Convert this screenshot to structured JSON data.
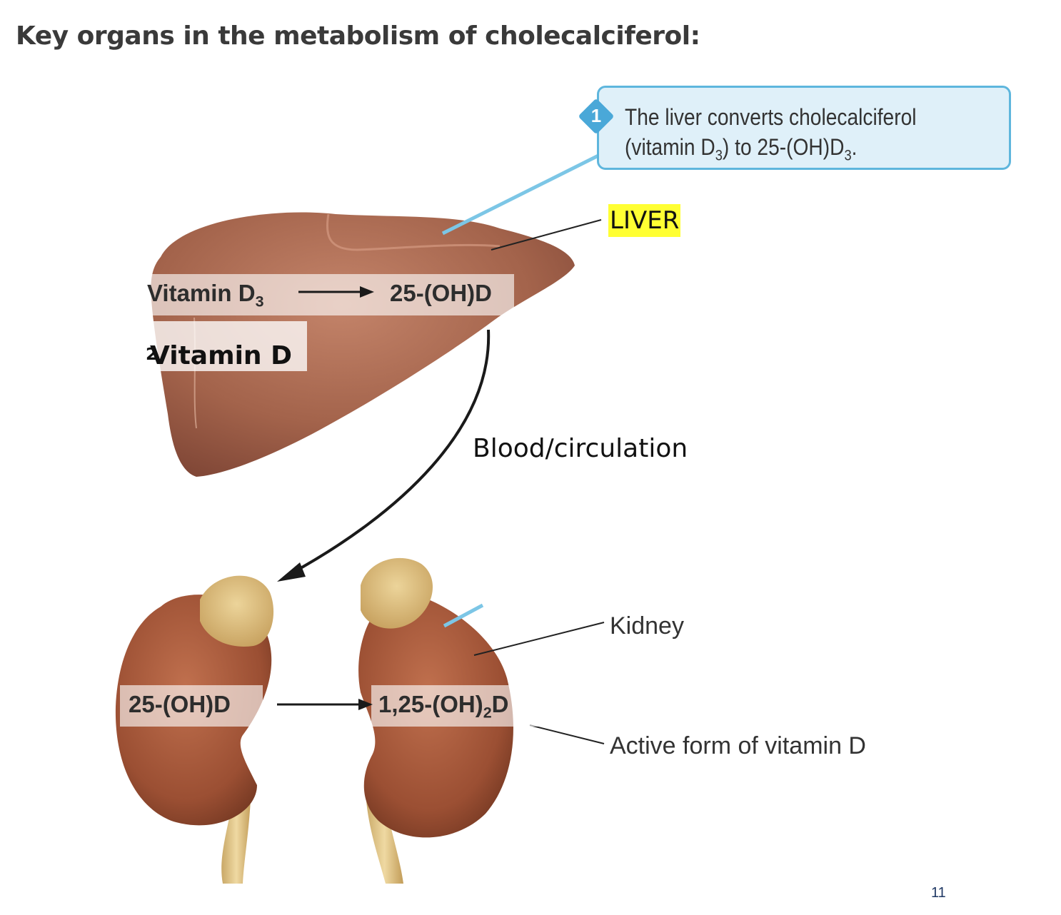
{
  "title": "Key organs in the metabolism of cholecalciferol:",
  "callout": {
    "number": "1",
    "line1": "The liver converts cholecalciferol",
    "line2_prefix": "(vitamin D",
    "line2_sub1": "3",
    "line2_mid": ") to 25-(OH)D",
    "line2_sub2": "3",
    "line2_suffix": "."
  },
  "liver": {
    "label": "LIVER",
    "vitamin_d3": "Vitamin D",
    "vitamin_d3_sub": "3",
    "product": "25-(OH)D",
    "vitamin_d2": "Vitamin D",
    "vitamin_d2_sub": "2"
  },
  "circulation": "Blood/circulation",
  "kidney": {
    "label": "Kidney",
    "substrate": "25-(OH)D",
    "product_prefix": "1,25-(OH)",
    "product_sub": "2",
    "product_suffix": "D",
    "active_label": "Active form of vitamin D"
  },
  "page_number": "11",
  "colors": {
    "liver": "#a0604a",
    "kidney": "#9a4e32",
    "adrenal": "#d8b877",
    "callout_border": "#5eb6dd",
    "callout_fill": "#dff0f9",
    "highlight": "#ffff33"
  }
}
